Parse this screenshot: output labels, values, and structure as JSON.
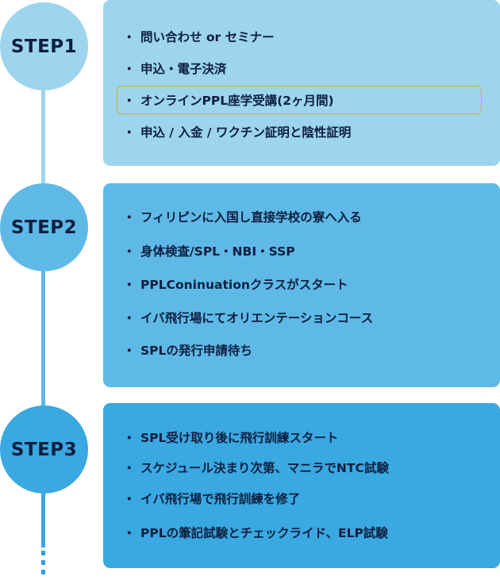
{
  "steps": [
    {
      "label": "STEP1",
      "items": [
        "問い合わせ or セミナー",
        "申込・電子決済",
        "オンラインPPL座学受講(2ヶ月間)",
        "申込 / 入金 / ワクチン証明と陰性証明"
      ]
    },
    {
      "label": "STEP2",
      "items": [
        "フィリピンに入国し直接学校の寮へ入る",
        "身体検査/SPL・NBI・SSP",
        "PPLConinuationクラスがスタート",
        "イバ飛行場にてオリエンテーションコース",
        "SPLの発行申請待ち"
      ]
    },
    {
      "label": "STEP3",
      "items": [
        "SPL受け取り後に飛行訓練スタート",
        "スケジュール決まり次第、マニラでNTC試験",
        "イバ飛行場で飛行訓練を修了",
        "PPLの筆記試験とチェックライド、ELP試験"
      ]
    }
  ],
  "bullet": "・",
  "colors": {
    "step1": "#9dd4ee",
    "step2": "#5fb9e6",
    "step3": "#3aa8e1",
    "text": "#0c1f3f",
    "highlight_border": "#d4b020"
  }
}
